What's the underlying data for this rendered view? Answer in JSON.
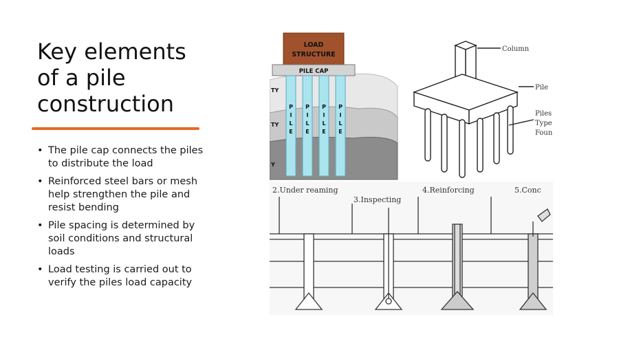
{
  "slide": {
    "title": "Key elements\nof a pile\nconstruction",
    "bullets": [
      "The pile cap connects the piles to distribute the load",
      "Reinforced steel bars or mesh help strengthen the pile and resist bending",
      "Pile spacing is determined by soil conditions and structural loads",
      "Load testing is carried out to verify the piles load capacity"
    ],
    "accent_color": "#e56a25"
  },
  "figure": {
    "load_structure": "LOAD STRUCTURE",
    "load_line1": "LOAD",
    "load_line2": "STRUCTURE",
    "pile_cap": "PILE CAP",
    "pile_letters": [
      "P",
      "I",
      "L",
      "E"
    ],
    "soil_labels": [
      "TY",
      "TY",
      "Y"
    ],
    "iso_labels": {
      "column": "Column",
      "pile_cap": "Pile",
      "piles_line1": "Piles",
      "piles_line2": "Type",
      "piles_line3": "Foun"
    },
    "steps": [
      "2.Under reaming",
      "3.Inspecting",
      "4.Reinforcing",
      "5.Conc"
    ]
  }
}
